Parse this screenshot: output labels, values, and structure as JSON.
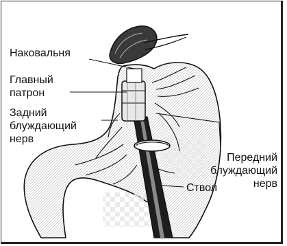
{
  "labels": {
    "anvil": "Наковальня",
    "main_cartridge_line1": "Главный",
    "main_cartridge_line2": "патрон",
    "posterior_vagus_line1": "Задний",
    "posterior_vagus_line2": "блуждающий",
    "posterior_vagus_line3": "нерв",
    "anterior_vagus_line1": "Передний",
    "anterior_vagus_line2": "блуждающий",
    "anterior_vagus_line3": "нерв",
    "shaft": "Ствол"
  },
  "colors": {
    "line": "#111111",
    "stomach_fill": "#f2f2f2",
    "hatch": "#9a9a9a",
    "shaft_fill": "#1a1a1a"
  }
}
